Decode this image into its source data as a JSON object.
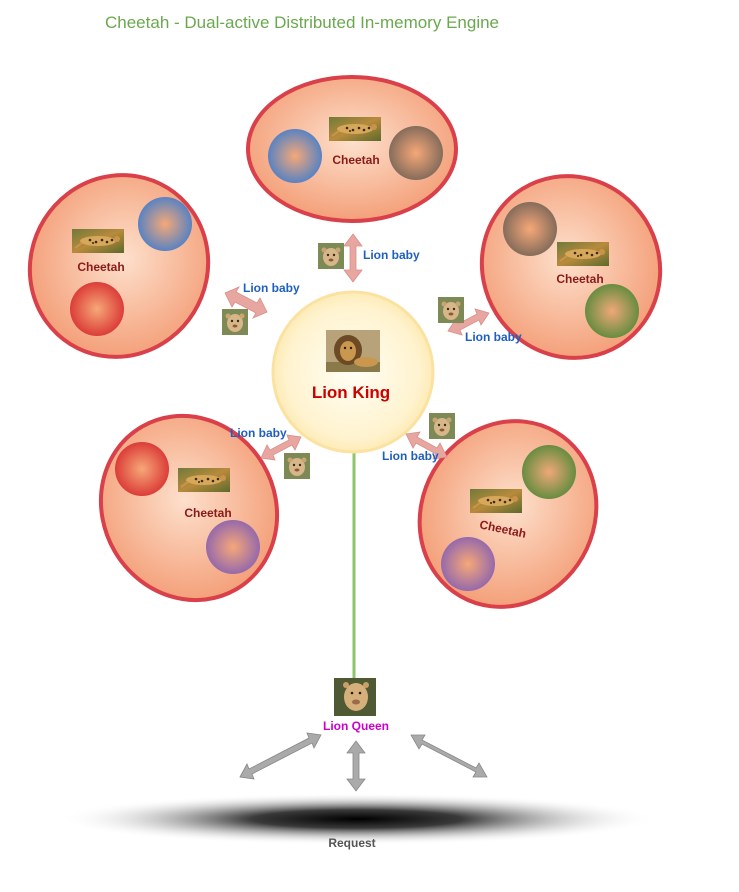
{
  "title": "Cheetah - Dual-active Distributed  In-memory Engine",
  "center": {
    "label": "Lion King"
  },
  "queen": {
    "label": "Lion Queen"
  },
  "request": {
    "label": "Request"
  },
  "cheetah_label": "Cheetah",
  "baby_label": "Lion baby",
  "colors": {
    "title": "#6aa84f",
    "lion_king": "#cc0000",
    "lion_queen": "#cc00cc",
    "lion_baby": "#1f5fbf",
    "cheetah_text": "#8b1a1a",
    "ellipse_fill": "#f4a582",
    "ellipse_stroke": "#d9404a",
    "connector": "#8cc56a",
    "arrow_pink": "#e8a6a0",
    "arrow_gray": "#999999"
  },
  "nodes": [
    {
      "label": "Cheetah",
      "balls": [
        "blue",
        "brown"
      ]
    },
    {
      "label": "Cheetah",
      "balls": [
        "blue",
        "red"
      ]
    },
    {
      "label": "Cheetah",
      "balls": [
        "brown",
        "green"
      ]
    },
    {
      "label": "Cheetah",
      "balls": [
        "red",
        "purple"
      ]
    },
    {
      "label": "Cheetah",
      "balls": [
        "green",
        "purple"
      ]
    }
  ],
  "links": [
    {
      "label": "Lion baby"
    },
    {
      "label": "Lion baby"
    },
    {
      "label": "Lion baby"
    },
    {
      "label": "Lion baby"
    },
    {
      "label": "Lion baby"
    }
  ]
}
